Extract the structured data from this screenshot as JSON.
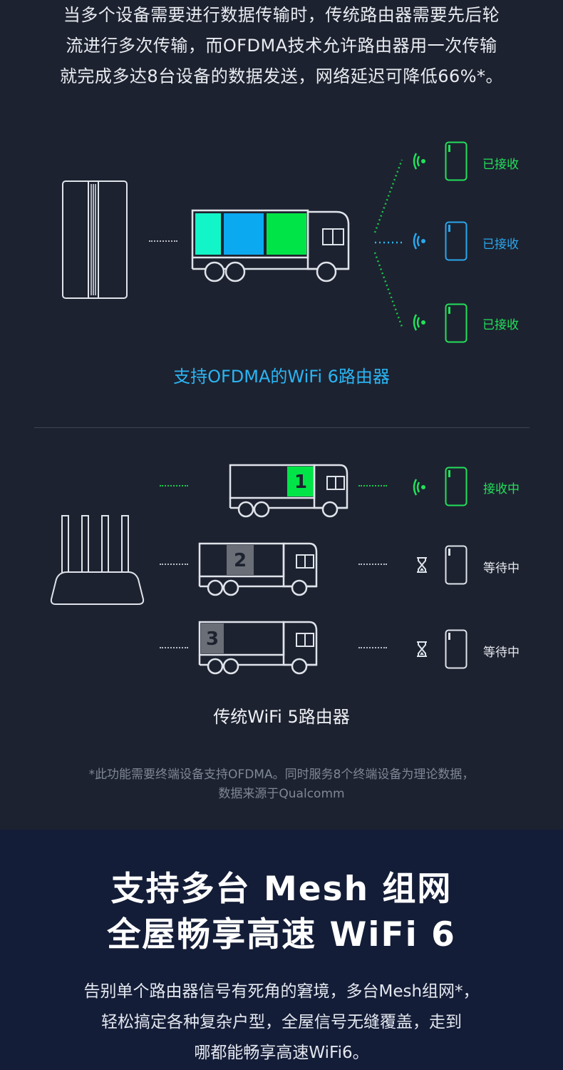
{
  "intro": {
    "lines": [
      "当多个设备需要进行数据传输时，传统路由器需要先后轮",
      "流进行多次传输，而OFDMA技术允许路由器用一次传输",
      "就完成多达8台设备的数据发送，网络延迟可降低66%*。"
    ]
  },
  "ofdma": {
    "caption": "支持OFDMA的WiFi 6路由器",
    "devices": [
      {
        "status": "已接收",
        "color": "#22e05a"
      },
      {
        "status": "已接收",
        "color": "#2aa7ec"
      },
      {
        "status": "已接收",
        "color": "#22e05a"
      }
    ],
    "cargo_colors": [
      "#12f5c8",
      "#0aa9f0",
      "#00e447"
    ]
  },
  "wifi5": {
    "caption": "传统WiFi 5路由器",
    "trucks": [
      {
        "number": "1",
        "status": "接收中"
      },
      {
        "number": "2",
        "status": "等待中"
      },
      {
        "number": "3",
        "status": "等待中"
      }
    ]
  },
  "footnote": {
    "lines": [
      "*此功能需要终端设备支持OFDMA。同时服务8个终端设备为理论数据，",
      "数据来源于Qualcomm"
    ]
  },
  "mesh": {
    "title_lines": [
      "支持多台 Mesh 组网",
      "全屋畅享高速 WiFi 6"
    ],
    "desc_lines": [
      "告别单个路由器信号有死角的窘境，多台Mesh组网*，",
      "轻松搞定各种复杂户型，全屋信号无缝覆盖，走到",
      "哪都能畅享高速WiFi6。"
    ]
  },
  "colors": {
    "background": "#1d2230",
    "mesh_background": "#141d37",
    "accent_green": "#22e05a",
    "accent_blue": "#2aa7ec"
  }
}
